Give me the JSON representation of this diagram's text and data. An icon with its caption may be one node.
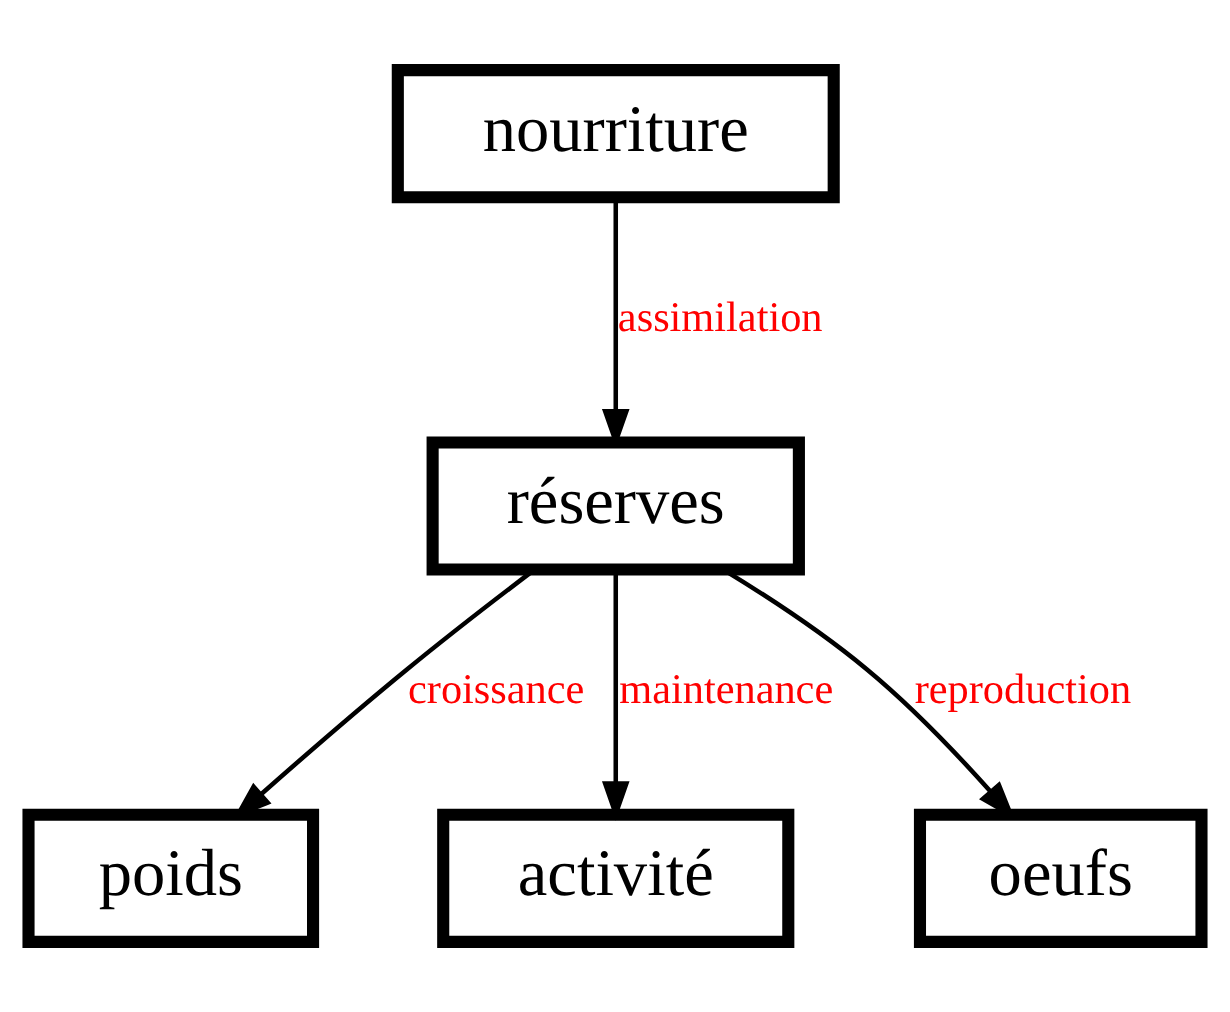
{
  "diagram": {
    "nodes": [
      {
        "text": [
          "nourriture"
        ]
      },
      {
        "text": [
          "réserves"
        ]
      },
      {
        "text": [
          "poids"
        ]
      },
      {
        "text": [
          "activité"
        ]
      },
      {
        "text": [
          "oeufs"
        ]
      }
    ],
    "edges": [
      {
        "from": 0,
        "to": 1,
        "arrow": "to",
        "label": "assimilation"
      },
      {
        "from": 1,
        "to": 2,
        "arrow": "to",
        "label": "croissance"
      },
      {
        "from": 1,
        "to": 3,
        "arrow": "to",
        "label": "maintenance"
      },
      {
        "from": 1,
        "to": 4,
        "arrow": "to",
        "label": "reproduction"
      }
    ]
  }
}
